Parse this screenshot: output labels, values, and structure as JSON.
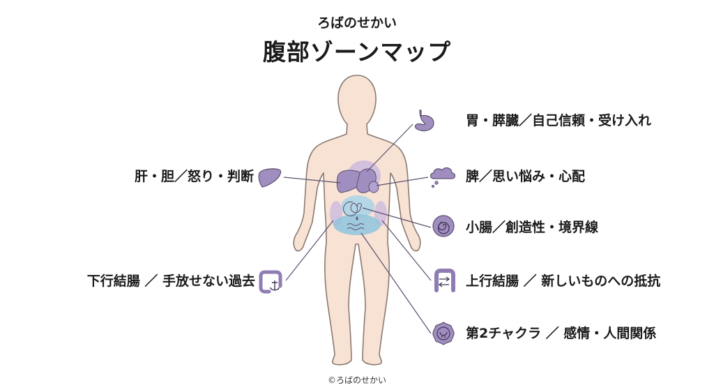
{
  "header": {
    "subtitle": "ろばのせかい",
    "title": "腹部ゾーンマップ"
  },
  "labels": {
    "stomach": "胃・膵臓／自己信頼・受け入れ",
    "liver": "肝・胆／怒り・判断",
    "spleen": "脾／思い悩み・心配",
    "small_intestine": "小腸／創造性・境界線",
    "descending_colon": "下行結腸 ／ 手放せない過去",
    "ascending_colon": "上行結腸 ／ 新しいものへの抵抗",
    "sacral_chakra": "第2チャクラ ／ 感情・人間関係"
  },
  "icons": {
    "stomach": "stomach-icon",
    "liver": "liver-icon",
    "spleen": "cloud-icon",
    "small_intestine": "spiral-icon",
    "descending_colon": "colon-anchor-icon",
    "ascending_colon": "colon-arrows-icon",
    "sacral_chakra": "chakra-icon"
  },
  "colors": {
    "skin": "#f7e2d3",
    "outline": "#8a7a72",
    "purple": "#a08ec0",
    "purple_light": "#c9b8e0",
    "blue": "#a9d3e6",
    "leader": "#5b4f6e"
  },
  "footer": {
    "credit": "©ろばのせかい"
  }
}
